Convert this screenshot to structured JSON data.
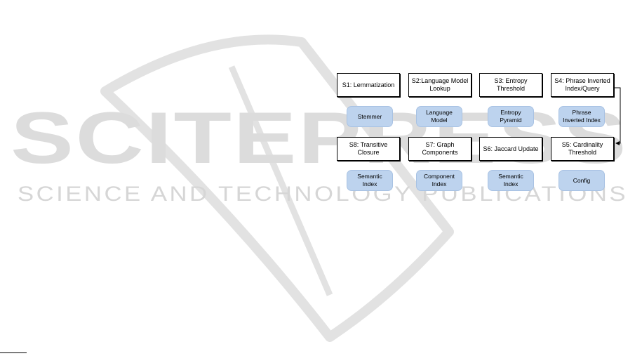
{
  "watermark": {
    "logo_text": "SCITEPRESS",
    "tagline": "SCIENCE AND TECHNOLOGY PUBLICATIONS"
  },
  "steps": [
    {
      "id": "s1",
      "label": "S1: Lemmatization"
    },
    {
      "id": "s2",
      "label": "S2:Language Model Lookup"
    },
    {
      "id": "s3",
      "label": "S3: Entropy Threshold"
    },
    {
      "id": "s4",
      "label": "S4: Phrase Inverted Index/Query"
    },
    {
      "id": "s5",
      "label": "S5: Cardinality Threshold"
    },
    {
      "id": "s6",
      "label": "S6: Jaccard Update"
    },
    {
      "id": "s7",
      "label": "S7: Graph Components"
    },
    {
      "id": "s8",
      "label": "S8: Transitive Closure"
    }
  ],
  "stores": [
    {
      "id": "stemmer",
      "label": "Stemmer"
    },
    {
      "id": "language-model",
      "label": "Language Model"
    },
    {
      "id": "entropy-pyramid",
      "label": "Entropy Pyramid"
    },
    {
      "id": "phrase-inverted-index",
      "label": "Phrase Inverted Index"
    },
    {
      "id": "semantic-index-1",
      "label": "Semantic Index"
    },
    {
      "id": "component-index",
      "label": "Component Index"
    },
    {
      "id": "semantic-index-2",
      "label": "Semantic Index"
    },
    {
      "id": "config",
      "label": "Config"
    }
  ],
  "colors": {
    "store_fill": "#bdd3ee",
    "store_border": "#a8c2e3",
    "watermark": "#d9d9d9"
  }
}
